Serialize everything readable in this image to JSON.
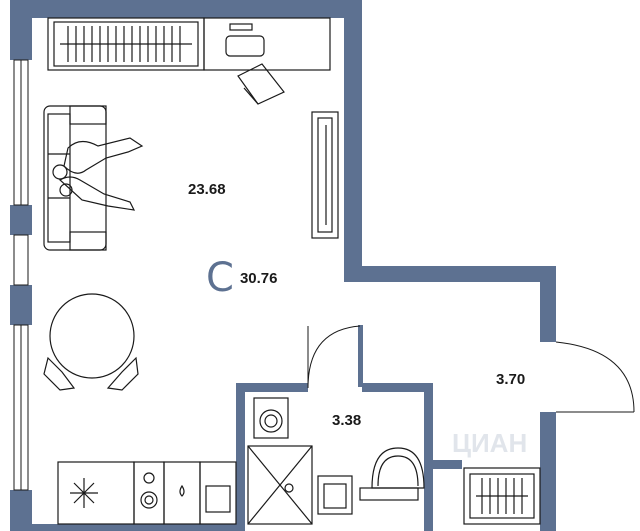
{
  "plan": {
    "total_area": {
      "symbol": "C",
      "value": "30.76"
    },
    "rooms": [
      {
        "id": "living",
        "area": "23.68"
      },
      {
        "id": "bathroom",
        "area": "3.38"
      },
      {
        "id": "hall",
        "area": "3.70"
      }
    ]
  },
  "watermark": {
    "text": "ЦИАН"
  },
  "colors": {
    "wall": "#5d7191",
    "line": "#1a1a1a",
    "accent": "#5d7191",
    "background": "#ffffff"
  },
  "icons": [
    "sofa-icon",
    "table-icon",
    "chair-icon",
    "tv-icon",
    "radiator-icon",
    "stove-icon",
    "sink-icon",
    "fridge-icon",
    "washing-machine-icon",
    "shower-icon",
    "toilet-icon",
    "door-icon",
    "window-icon"
  ]
}
